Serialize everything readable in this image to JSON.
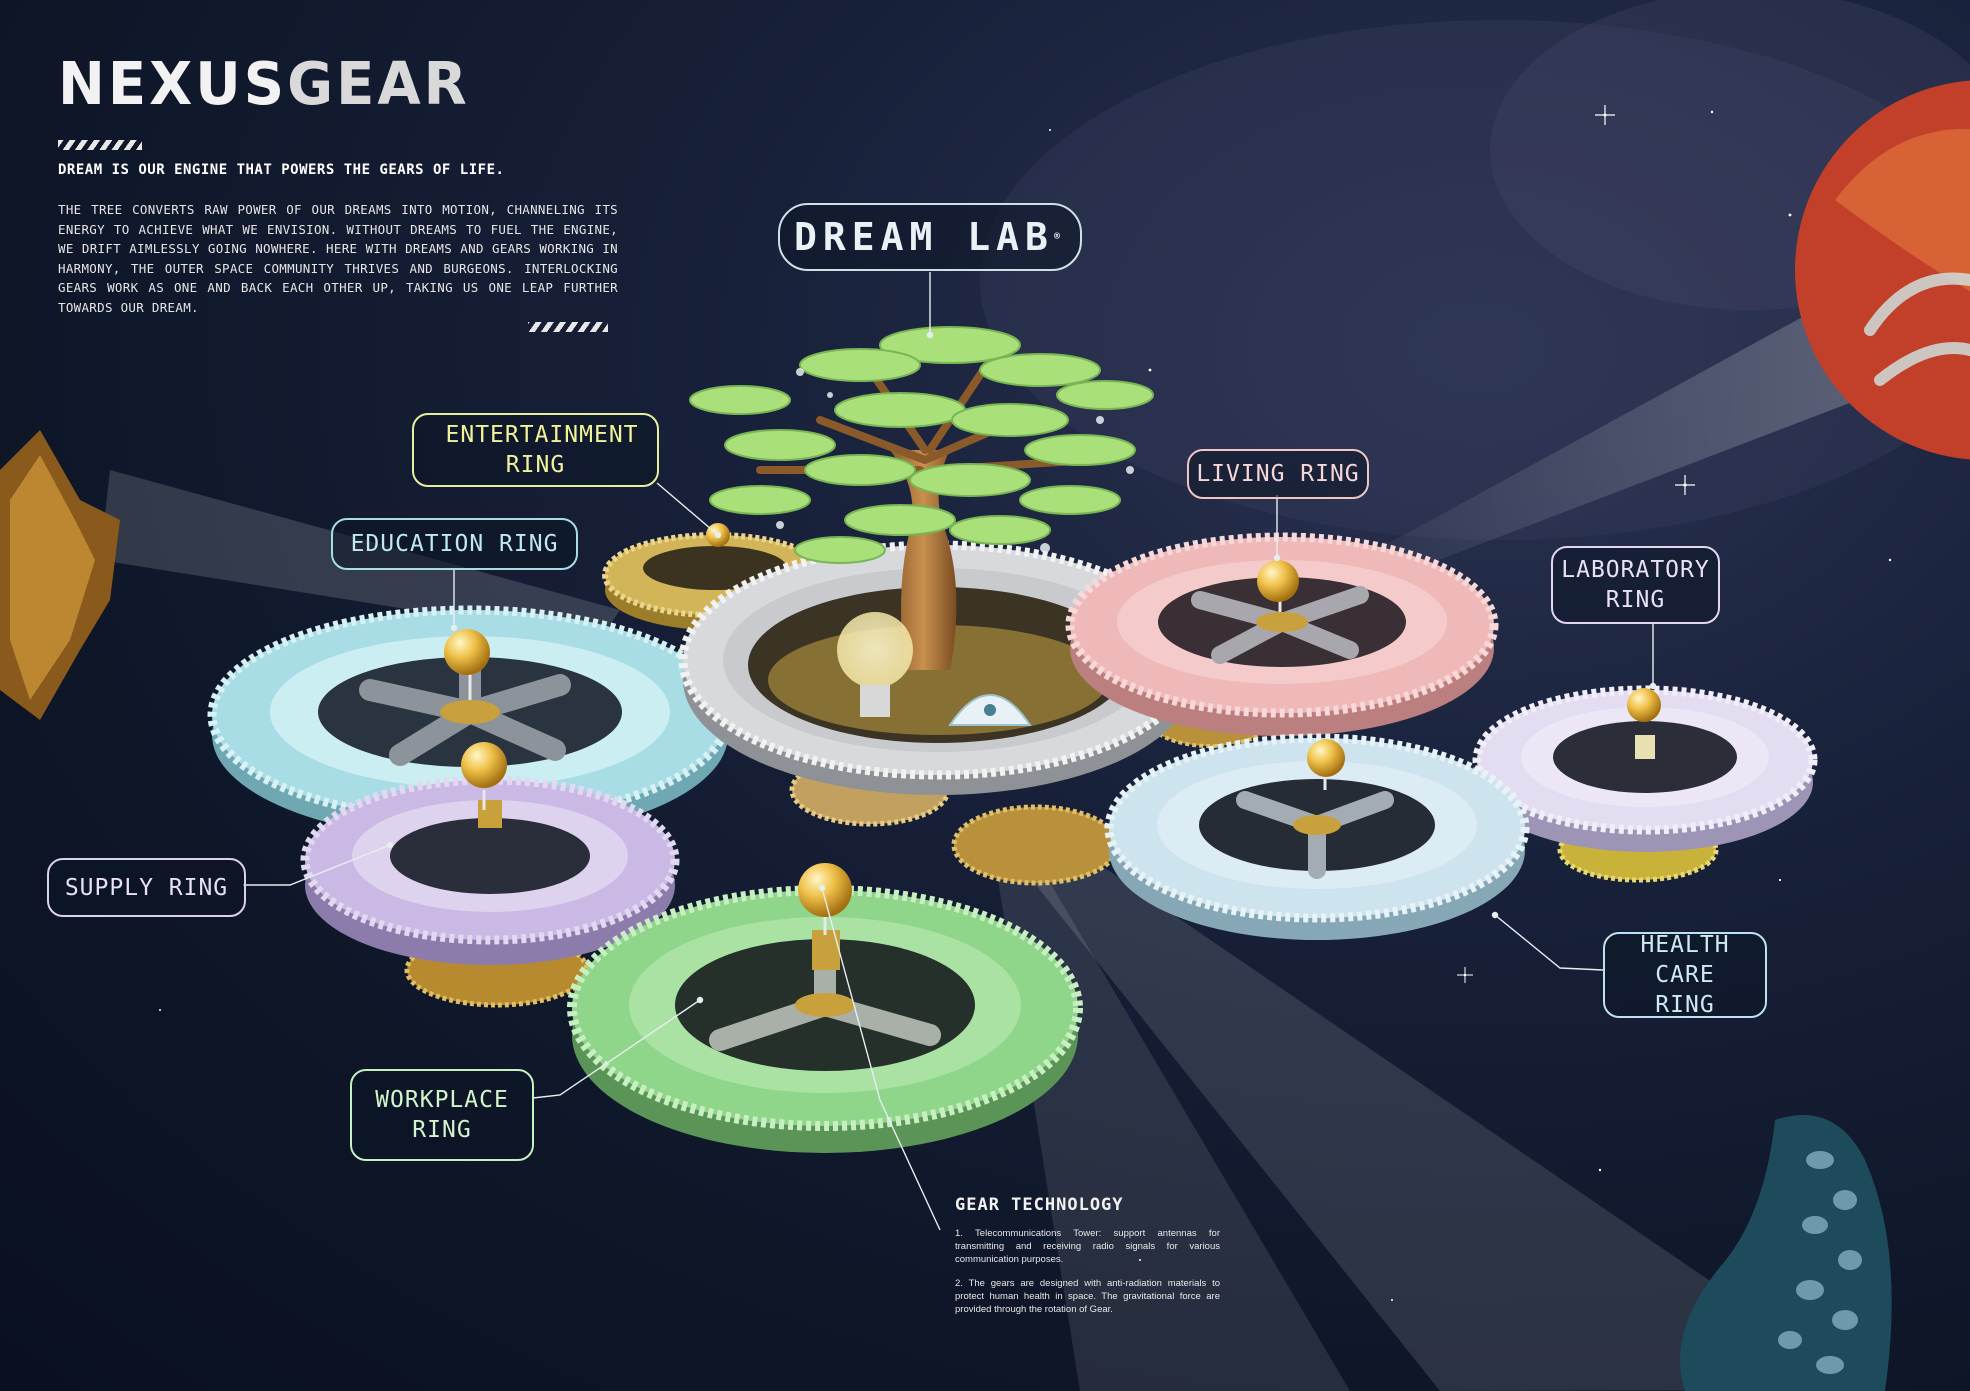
{
  "brand": {
    "part1": "NEXUS",
    "part2": "GEAR"
  },
  "tagline": "DREAM IS OUR ENGINE THAT POWERS THE GEARS OF LIFE.",
  "intro": "THE TREE CONVERTS RAW POWER OF OUR DREAMS INTO MOTION, CHANNELING ITS ENERGY TO ACHIEVE WHAT WE ENVISION. WITHOUT DREAMS TO FUEL THE ENGINE, WE DRIFT AIMLESSLY GOING NOWHERE. HERE WITH DREAMS AND GEARS WORKING IN HARMONY, THE OUTER SPACE COMMUNITY THRIVES AND BURGEONS. INTERLOCKING GEARS WORK AS ONE AND BACK EACH OTHER UP, TAKING US ONE LEAP FURTHER TOWARDS OUR DREAM.",
  "labels": {
    "dream_lab": "DREAM LAB",
    "dream_lab_mark": "®",
    "entertainment": "ENTERTAINMENT RING",
    "education": "EDUCATION RING",
    "living": "LIVING RING",
    "laboratory": "LABORATORY RING",
    "supply": "SUPPLY RING",
    "health": "HEALTH CARE RING",
    "workplace": "WORKPLACE RING"
  },
  "gear_technology": {
    "title": "GEAR TECHNOLOGY",
    "point1": "1. Telecommunications Tower: support antennas for transmitting and receiving radio signals for various communication purposes.",
    "point2": "2. The gears are designed with anti-radiation materials to protect human health in space. The gravitational force are provided through the rotation of Gear."
  },
  "colors": {
    "education_ring": "#a9dde6",
    "supply_ring": "#c9b9e4",
    "workplace_ring": "#8fd58a",
    "living_ring": "#f0b9b9",
    "laboratory_ring": "#e4ddf2",
    "health_ring": "#cde3ee",
    "center_ring": "#d7d9dc",
    "connector_gear": "#c9a24a",
    "tree_foliage": "#a9e07a",
    "orb": "#f0c24a"
  }
}
